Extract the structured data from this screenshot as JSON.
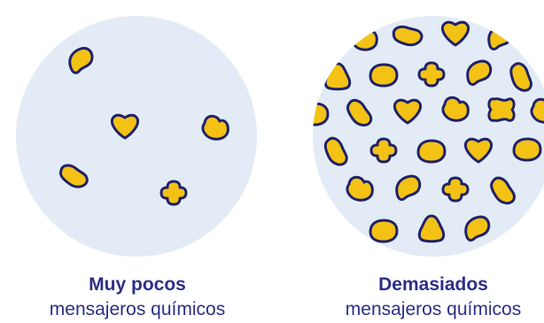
{
  "colors": {
    "circle_fill": "#e3ebf6",
    "shape_fill": "#f4c214",
    "shape_stroke": "#1f226b",
    "text": "#2d2f86"
  },
  "panels": {
    "few": {
      "title": "Muy pocos",
      "subtitle": "mensajeros químicos"
    },
    "many": {
      "title": "Demasiados",
      "subtitle": "mensajeros químicos"
    }
  }
}
